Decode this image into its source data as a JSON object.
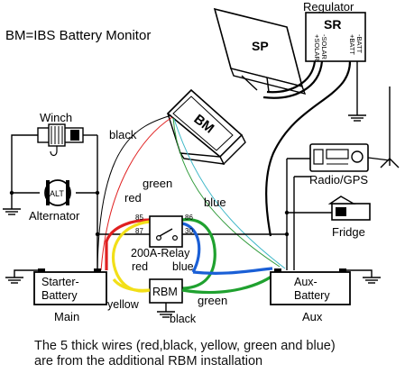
{
  "title": "BM=IBS Battery Monitor",
  "components": {
    "regulator": "Regulator",
    "regulator_abbr": "SR",
    "regulator_terminals": [
      "-BATT",
      "+BATT",
      "-SOLAR",
      "+SOLAR"
    ],
    "solar_panel": "SP",
    "battery_monitor": "BM",
    "winch": "Winch",
    "alternator": "Alternator",
    "alternator_badge": "ALT",
    "radio": "Radio/GPS",
    "fridge": "Fridge",
    "relay_terminals": [
      "85",
      "86",
      "87",
      "30"
    ],
    "relay": "200A-Relay",
    "rbm": "RBM",
    "starter_battery": [
      "Starter-",
      "Battery"
    ],
    "starter_battery_sub": "Main",
    "aux_battery": [
      "Aux-",
      "Battery"
    ],
    "aux_battery_sub": "Aux"
  },
  "wire_labels": {
    "black_top": "black",
    "red": "red",
    "green_top": "green",
    "blue_top": "blue",
    "relay_red": "red",
    "relay_blue": "blue",
    "yellow": "yellow",
    "green_bottom": "green",
    "black_bottom": "black"
  },
  "colors": {
    "red": "#e02020",
    "green": "#1fa12f",
    "blue": "#1a5fd6",
    "yellow": "#f2df18",
    "black": "#000000",
    "thin_green": "#2f9a3a",
    "thin_cyan": "#3fb8c8"
  },
  "caption": {
    "line1": "The 5 thick wires (red,black, yellow, green and blue)",
    "line2": "are from the additional RBM installation"
  }
}
